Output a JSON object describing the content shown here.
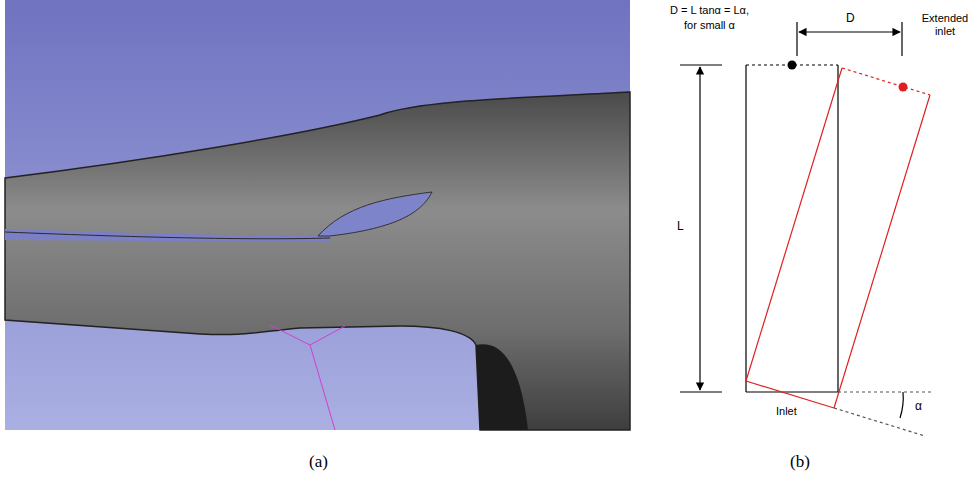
{
  "diagram": {
    "labels": [
      "D = L tanα = Lα,",
      "for small α",
      "D",
      "Extended inlet",
      "L",
      "Inlet",
      "α",
      "(a)",
      "(b)"
    ]
  }
}
